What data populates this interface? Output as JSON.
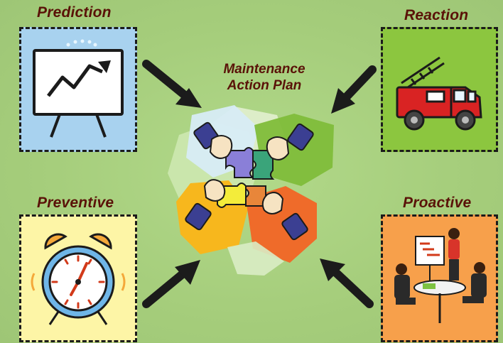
{
  "center": {
    "title_line1": "Maintenance",
    "title_line2": "Action Plan",
    "icon": "puzzle-hands-icon"
  },
  "quadrants": {
    "prediction": {
      "label": "Prediction",
      "icon": "trend-chart-icon",
      "color": "#a8d2ef"
    },
    "reaction": {
      "label": "Reaction",
      "icon": "fire-truck-icon",
      "color": "#8cc63f"
    },
    "preventive": {
      "label": "Preventive",
      "icon": "alarm-clock-icon",
      "color": "#fdf5a6"
    },
    "proactive": {
      "label": "Proactive",
      "icon": "meeting-icon",
      "color": "#f7a04b"
    }
  },
  "colors": {
    "text": "#5a1208",
    "arrow": "#1b1b1b",
    "background": "#a6cf7c"
  }
}
